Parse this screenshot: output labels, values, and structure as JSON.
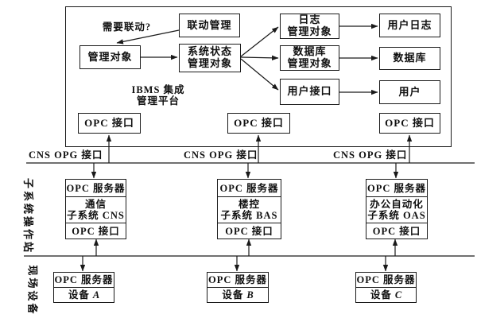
{
  "colors": {
    "line": "#1a1a1a",
    "background": "#ffffff",
    "text": "#101010"
  },
  "platform": {
    "title_line1": "IBMS 集成",
    "title_line2": "管理平台",
    "need_linkage_label": "需要联动?",
    "linkage_management": "联动管理",
    "management_object": "管理对象",
    "system_status_line1": "系统状态",
    "system_status_line2": "管理对象",
    "log_object_line1": "日志",
    "log_object_line2": "管理对象",
    "user_log": "用户日志",
    "db_object_line1": "数据库",
    "db_object_line2": "管理对象",
    "database": "数据库",
    "user_interface": "用户接口",
    "user": "用户",
    "opc_interface": "OPC 接口"
  },
  "bus_label": "CNS OPG 接口",
  "side_labels": {
    "subsystem_station": "子系统操作站",
    "field_device": "现场设备"
  },
  "subsystems": [
    {
      "server": "OPC 服务器",
      "name_line1": "通信",
      "name_line2": "子系统 CNS",
      "interface": "OPC 接口"
    },
    {
      "server": "OPC 服务器",
      "name_line1": "楼控",
      "name_line2": "子系统 BAS",
      "interface": "OPC 接口"
    },
    {
      "server": "OPC 服务器",
      "name_line1": "办公自动化",
      "name_line2": "子系统 OAS",
      "interface": "OPC 接口"
    }
  ],
  "devices": [
    {
      "server": "OPC 服务器",
      "name": "设备",
      "letter": "A"
    },
    {
      "server": "OPC 服务器",
      "name": "设备",
      "letter": "B"
    },
    {
      "server": "OPC 服务器",
      "name": "设备",
      "letter": "C"
    }
  ]
}
